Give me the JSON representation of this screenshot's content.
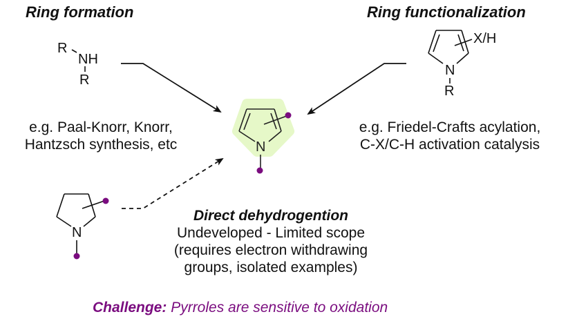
{
  "colors": {
    "accent_purple": "#7a0c7f",
    "highlight_green": "#e6f8c8",
    "ink": "#111111"
  },
  "sections": {
    "ring_formation": {
      "title": "Ring formation",
      "reagent": {
        "substituent_top": "R",
        "center": "NH",
        "substituent_bottom": "R"
      },
      "examples_line1": "e.g. Paal-Knorr, Knorr,",
      "examples_line2": "Hantzsch synthesis, etc"
    },
    "ring_functionalization": {
      "title": "Ring functionalization",
      "reagent": {
        "ring_atom": "N",
        "substituent": "X/H",
        "n_substituent": "R"
      },
      "examples_line1": "e.g. Friedel-Crafts acylation,",
      "examples_line2": "C-X/C-H activation catalysis"
    },
    "product": {
      "ring_atom": "N"
    },
    "direct_dehydrogenation": {
      "title": "Direct dehydrogention",
      "line1": "Undeveloped - Limited scope",
      "line2": "(requires electron withdrawing",
      "line3": "groups, isolated examples)",
      "reagent": {
        "ring_atom": "N"
      }
    }
  },
  "challenge": {
    "lead": "Challenge:",
    "text": " Pyrroles are sensitive to oxidation"
  }
}
